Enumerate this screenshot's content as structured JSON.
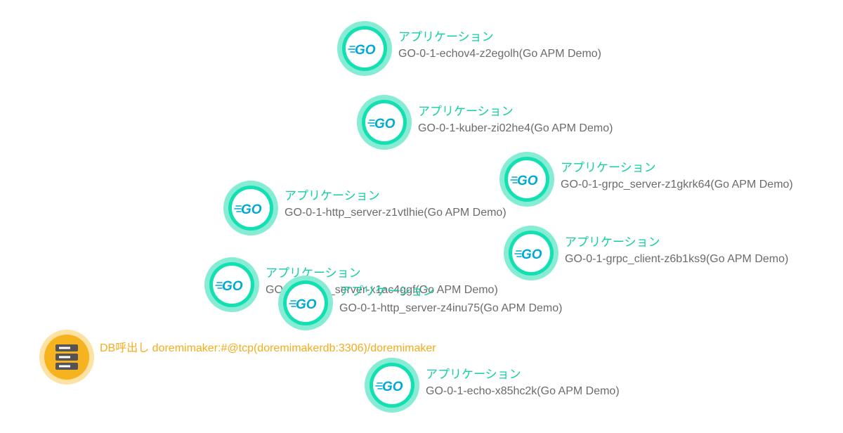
{
  "nodes": [
    {
      "type_label": "アプリケーション",
      "name": "GO-0-1-echov4-z2egolh(Go APM Demo)",
      "icon": "go-logo-icon"
    },
    {
      "type_label": "アプリケーション",
      "name": "GO-0-1-kuber-zi02he4(Go APM Demo)",
      "icon": "go-logo-icon"
    },
    {
      "type_label": "アプリケーション",
      "name": "GO-0-1-grpc_server-z1gkrk64(Go APM Demo)",
      "icon": "go-logo-icon"
    },
    {
      "type_label": "アプリケーション",
      "name": "GO-0-1-http_server-z1vtlhie(Go APM Demo)",
      "icon": "go-logo-icon"
    },
    {
      "type_label": "アプリケーション",
      "name": "GO-0-1-grpc_client-z6b1ks9(Go APM Demo)",
      "icon": "go-logo-icon"
    },
    {
      "type_label": "アプリケーション",
      "name": "GO-0-1-grpc_server-x1ac4ggf(Go APM Demo)",
      "icon": "go-logo-icon"
    },
    {
      "type_label": "アプリケーション",
      "name": "GO-0-1-http_server-z4inu75(Go APM Demo)",
      "icon": "go-logo-icon"
    },
    {
      "type_label": "アプリケーション",
      "name": "GO-0-1-echo-x85hc2k(Go APM Demo)",
      "icon": "go-logo-icon"
    }
  ],
  "db_node": {
    "label": "DB呼出し doremimaker:#@tcp(doremimakerdb:3306)/doremimaker",
    "icon": "database-server-icon"
  },
  "colors": {
    "app_accent": "#12e0b2",
    "app_ring": "#86ecd4",
    "app_label": "#12cfa4",
    "name_text": "#6b6b6b",
    "db_accent": "#f7b21f",
    "db_label": "#f5ac1a",
    "go_logo": "#00a8d6"
  }
}
